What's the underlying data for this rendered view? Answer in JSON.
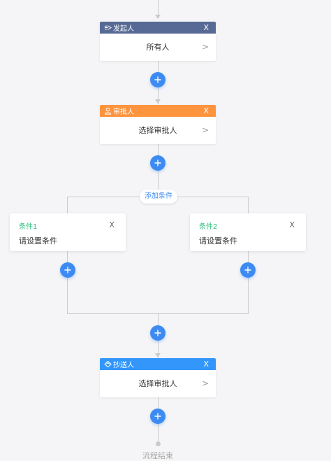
{
  "colors": {
    "initiator_header": "#576a95",
    "approver_header": "#ff943e",
    "cc_header": "#3296fa",
    "add_button": "#3d8bf2",
    "condition_name": "#2bc17b",
    "line": "#cacaca"
  },
  "initiator": {
    "icon": "initiator-icon",
    "title": "发起人",
    "close": "X",
    "content": "所有人",
    "chevron": ">"
  },
  "approver": {
    "icon": "user-icon",
    "title": "审批人",
    "close": "X",
    "content": "选择审批人",
    "chevron": ">"
  },
  "branch": {
    "add_condition": "添加条件",
    "conditions": [
      {
        "name": "条件1",
        "close": "X",
        "desc": "请设置条件"
      },
      {
        "name": "条件2",
        "close": "X",
        "desc": "请设置条件"
      }
    ]
  },
  "cc": {
    "icon": "send-icon",
    "title": "抄送人",
    "close": "X",
    "content": "选择审批人",
    "chevron": ">"
  },
  "end": {
    "label": "流程结束"
  }
}
